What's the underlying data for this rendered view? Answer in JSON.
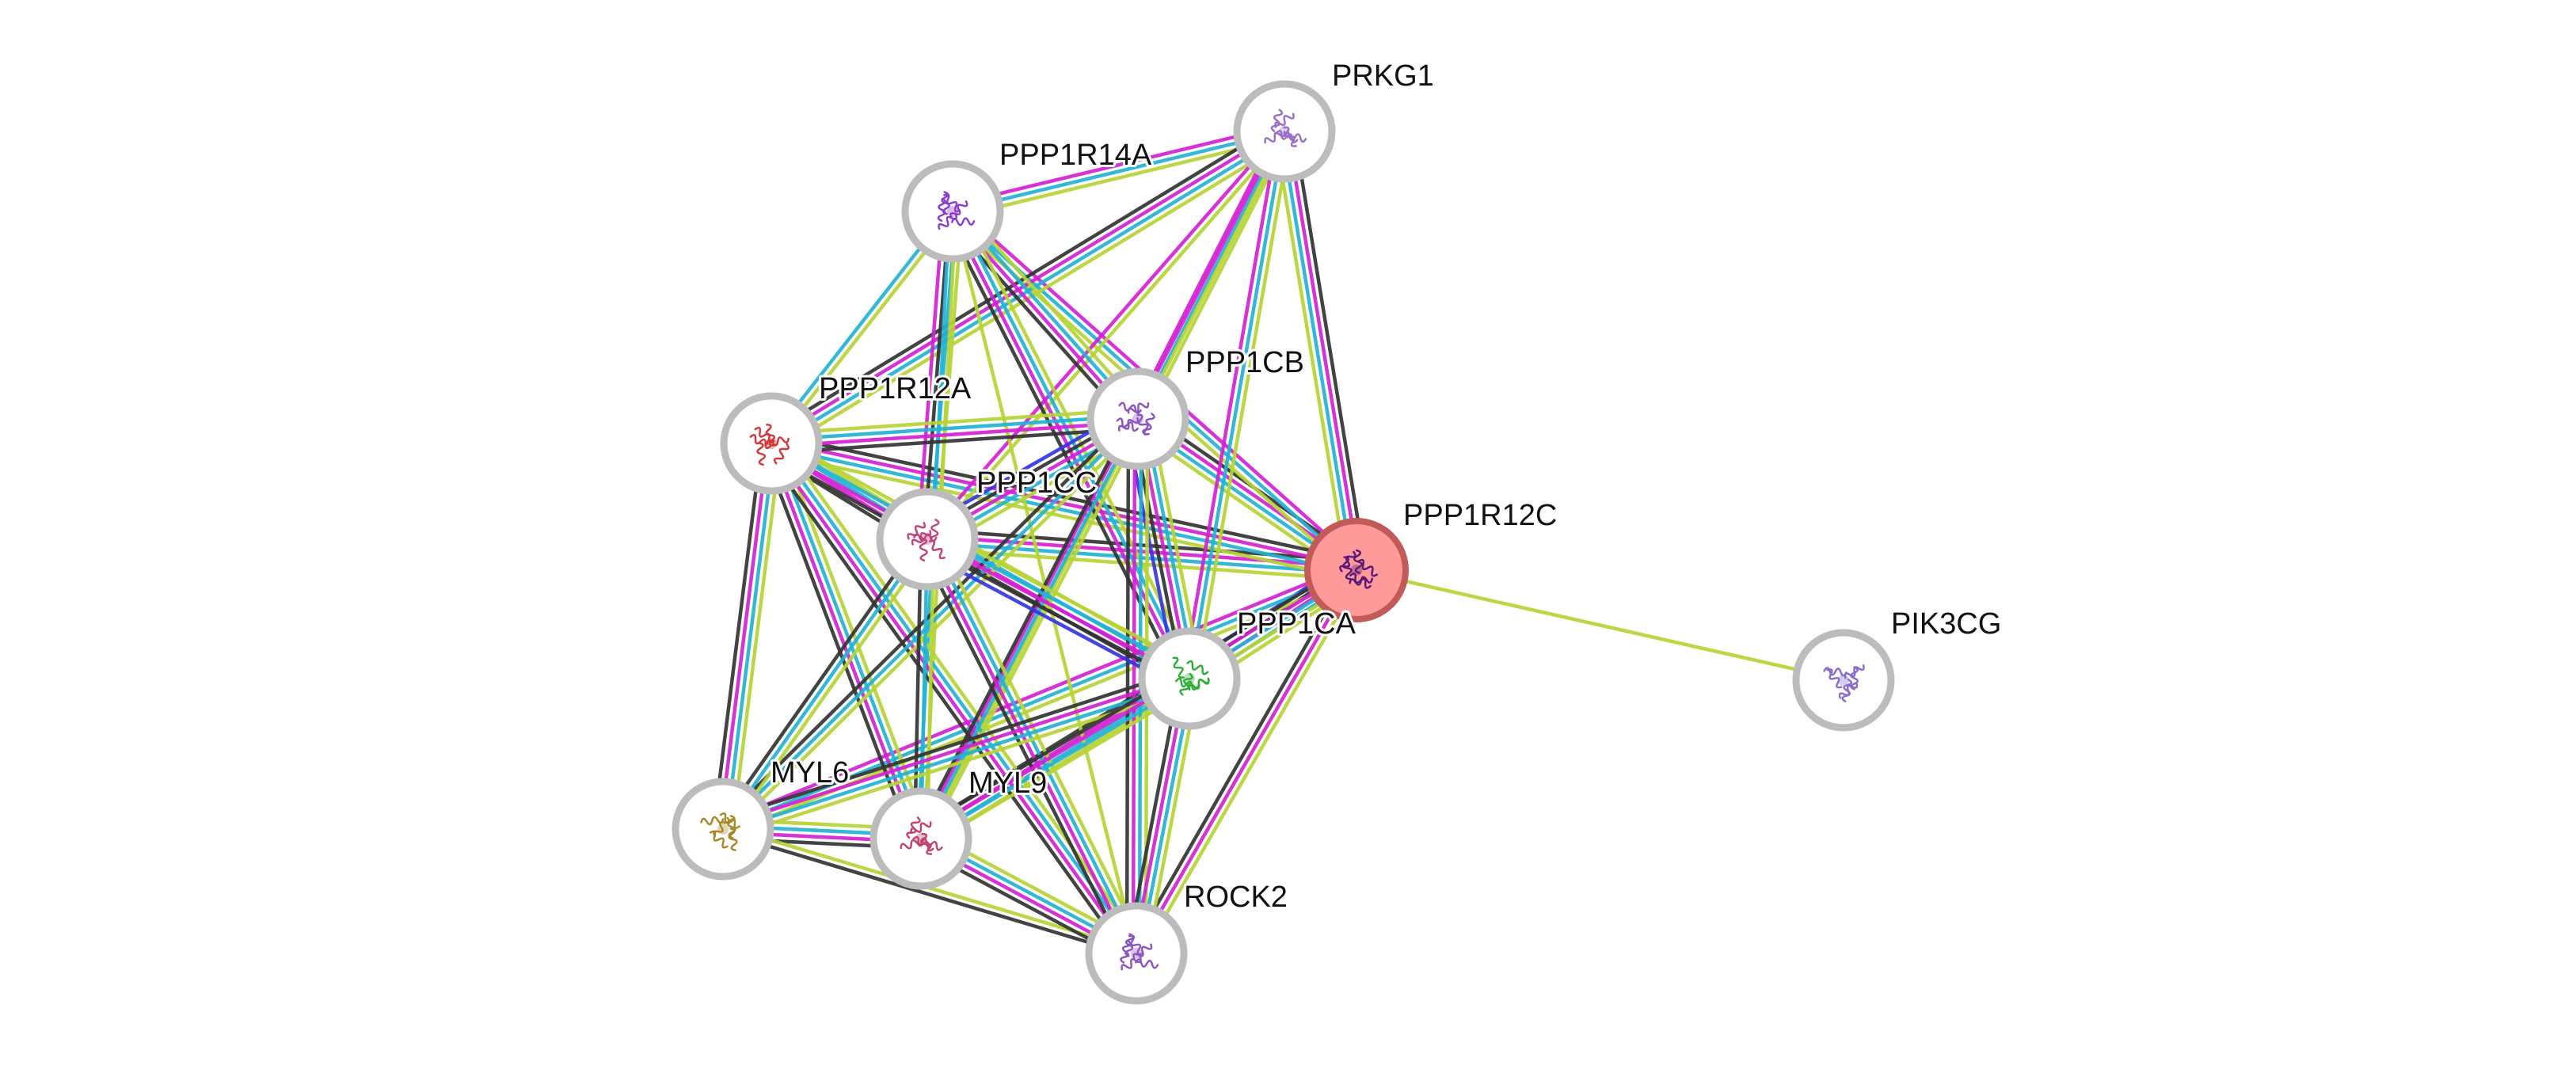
{
  "nodes": [
    {
      "id": "PRKG1",
      "label": "PRKG1",
      "query": false,
      "glyph_color": "#9b6fc7"
    },
    {
      "id": "PPP1R14A",
      "label": "PPP1R14A",
      "query": false,
      "glyph_color": "#8b3fc8"
    },
    {
      "id": "PPP1R12A",
      "label": "PPP1R12A",
      "query": false,
      "glyph_color": "#d23a3a"
    },
    {
      "id": "PPP1CB",
      "label": "PPP1CB",
      "query": false,
      "glyph_color": "#8c55c0"
    },
    {
      "id": "PPP1CC",
      "label": "PPP1CC",
      "query": false,
      "glyph_color": "#c0457a"
    },
    {
      "id": "PPP1R12C",
      "label": "PPP1R12C",
      "query": true,
      "glyph_color": "#5a1a7a"
    },
    {
      "id": "PPP1CA",
      "label": "PPP1CA",
      "query": false,
      "glyph_color": "#2fae3a"
    },
    {
      "id": "PIK3CG",
      "label": "PIK3CG",
      "query": false,
      "glyph_color": "#8a6cc9"
    },
    {
      "id": "MYL6",
      "label": "MYL6",
      "query": false,
      "glyph_color": "#a8892a"
    },
    {
      "id": "MYL9",
      "label": "MYL9",
      "query": false,
      "glyph_color": "#c0456f"
    },
    {
      "id": "ROCK2",
      "label": "ROCK2",
      "query": false,
      "glyph_color": "#8c55c0"
    }
  ],
  "edges": [
    {
      "source": "PPP1R12C",
      "target": "PIK3CG",
      "evidence": [
        "textmining"
      ]
    },
    {
      "source": "PPP1R12C",
      "target": "PRKG1",
      "evidence": [
        "textmining",
        "database",
        "experimental",
        "coexpression"
      ]
    },
    {
      "source": "PPP1R12C",
      "target": "PPP1CB",
      "evidence": [
        "textmining",
        "database",
        "experimental",
        "coexpression"
      ]
    },
    {
      "source": "PPP1R12C",
      "target": "PPP1CC",
      "evidence": [
        "textmining",
        "database",
        "experimental",
        "coexpression"
      ]
    },
    {
      "source": "PPP1R12C",
      "target": "PPP1CA",
      "evidence": [
        "textmining",
        "database",
        "experimental",
        "coexpression",
        "homology"
      ]
    },
    {
      "source": "PPP1R12C",
      "target": "PPP1R12A",
      "evidence": [
        "textmining",
        "database",
        "experimental",
        "coexpression"
      ]
    },
    {
      "source": "PPP1R12C",
      "target": "PPP1R14A",
      "evidence": [
        "textmining",
        "database",
        "experimental"
      ]
    },
    {
      "source": "PPP1R12C",
      "target": "MYL6",
      "evidence": [
        "textmining",
        "database",
        "experimental"
      ]
    },
    {
      "source": "PPP1R12C",
      "target": "MYL9",
      "evidence": [
        "textmining",
        "database",
        "experimental",
        "coexpression"
      ]
    },
    {
      "source": "PPP1R12C",
      "target": "ROCK2",
      "evidence": [
        "textmining",
        "experimental",
        "coexpression"
      ]
    },
    {
      "source": "PRKG1",
      "target": "PPP1R14A",
      "evidence": [
        "textmining",
        "database",
        "experimental"
      ]
    },
    {
      "source": "PRKG1",
      "target": "PPP1R12A",
      "evidence": [
        "textmining",
        "database",
        "experimental",
        "coexpression"
      ]
    },
    {
      "source": "PRKG1",
      "target": "PPP1CB",
      "evidence": [
        "textmining",
        "database",
        "experimental"
      ]
    },
    {
      "source": "PRKG1",
      "target": "PPP1CC",
      "evidence": [
        "textmining",
        "experimental"
      ]
    },
    {
      "source": "PRKG1",
      "target": "PPP1CA",
      "evidence": [
        "textmining",
        "database",
        "experimental"
      ]
    },
    {
      "source": "PRKG1",
      "target": "MYL9",
      "evidence": [
        "textmining",
        "experimental"
      ]
    },
    {
      "source": "PPP1R14A",
      "target": "PPP1R12A",
      "evidence": [
        "textmining",
        "database"
      ]
    },
    {
      "source": "PPP1R14A",
      "target": "PPP1CB",
      "evidence": [
        "textmining",
        "database",
        "experimental",
        "coexpression"
      ]
    },
    {
      "source": "PPP1R14A",
      "target": "PPP1CC",
      "evidence": [
        "textmining",
        "database",
        "coexpression",
        "experimental"
      ]
    },
    {
      "source": "PPP1R14A",
      "target": "PPP1CA",
      "evidence": [
        "textmining",
        "database",
        "experimental",
        "coexpression"
      ]
    },
    {
      "source": "PPP1R14A",
      "target": "MYL9",
      "evidence": [
        "textmining",
        "database"
      ]
    },
    {
      "source": "PPP1R14A",
      "target": "ROCK2",
      "evidence": [
        "textmining"
      ]
    },
    {
      "source": "PPP1R12A",
      "target": "PPP1CB",
      "evidence": [
        "textmining",
        "database",
        "experimental",
        "coexpression"
      ]
    },
    {
      "source": "PPP1R12A",
      "target": "PPP1CC",
      "evidence": [
        "textmining",
        "database",
        "experimental",
        "coexpression"
      ]
    },
    {
      "source": "PPP1R12A",
      "target": "PPP1CA",
      "evidence": [
        "textmining",
        "database",
        "experimental",
        "coexpression"
      ]
    },
    {
      "source": "PPP1R12A",
      "target": "MYL6",
      "evidence": [
        "textmining",
        "database",
        "experimental",
        "coexpression"
      ]
    },
    {
      "source": "PPP1R12A",
      "target": "MYL9",
      "evidence": [
        "textmining",
        "database",
        "experimental",
        "coexpression"
      ]
    },
    {
      "source": "PPP1R12A",
      "target": "ROCK2",
      "evidence": [
        "textmining",
        "database",
        "experimental",
        "coexpression"
      ]
    },
    {
      "source": "PPP1CB",
      "target": "PPP1CC",
      "evidence": [
        "textmining",
        "database",
        "experimental",
        "coexpression",
        "homology"
      ]
    },
    {
      "source": "PPP1CB",
      "target": "PPP1CA",
      "evidence": [
        "textmining",
        "database",
        "experimental",
        "coexpression",
        "homology"
      ]
    },
    {
      "source": "PPP1CB",
      "target": "MYL6",
      "evidence": [
        "textmining",
        "database",
        "coexpression"
      ]
    },
    {
      "source": "PPP1CB",
      "target": "MYL9",
      "evidence": [
        "textmining",
        "database",
        "coexpression"
      ]
    },
    {
      "source": "PPP1CB",
      "target": "ROCK2",
      "evidence": [
        "textmining",
        "database",
        "experimental",
        "coexpression"
      ]
    },
    {
      "source": "PPP1CC",
      "target": "PPP1CA",
      "evidence": [
        "textmining",
        "database",
        "experimental",
        "coexpression",
        "homology"
      ]
    },
    {
      "source": "PPP1CC",
      "target": "MYL6",
      "evidence": [
        "textmining",
        "database",
        "coexpression"
      ]
    },
    {
      "source": "PPP1CC",
      "target": "MYL9",
      "evidence": [
        "textmining",
        "database",
        "coexpression"
      ]
    },
    {
      "source": "PPP1CC",
      "target": "ROCK2",
      "evidence": [
        "textmining",
        "database",
        "experimental",
        "coexpression"
      ]
    },
    {
      "source": "PPP1CA",
      "target": "MYL6",
      "evidence": [
        "textmining",
        "database",
        "experimental",
        "coexpression"
      ]
    },
    {
      "source": "PPP1CA",
      "target": "MYL9",
      "evidence": [
        "textmining",
        "database",
        "experimental",
        "coexpression"
      ]
    },
    {
      "source": "PPP1CA",
      "target": "ROCK2",
      "evidence": [
        "textmining",
        "database",
        "experimental",
        "coexpression"
      ]
    },
    {
      "source": "MYL6",
      "target": "MYL9",
      "evidence": [
        "textmining",
        "database",
        "experimental",
        "coexpression"
      ]
    },
    {
      "source": "MYL6",
      "target": "ROCK2",
      "evidence": [
        "textmining",
        "coexpression"
      ]
    },
    {
      "source": "MYL9",
      "target": "ROCK2",
      "evidence": [
        "textmining",
        "database",
        "experimental",
        "coexpression"
      ]
    }
  ],
  "evidence_colors": {
    "textmining": "#b5d435",
    "database": "#23b2d3",
    "experimental": "#d321d3",
    "coexpression": "#333333",
    "homology": "#3535e0"
  },
  "colors": {
    "node_ring": "#bcbcbc",
    "node_fill": "#ffffff",
    "query_fill": "#ff9a9a",
    "query_ring": "#c25a5a"
  }
}
